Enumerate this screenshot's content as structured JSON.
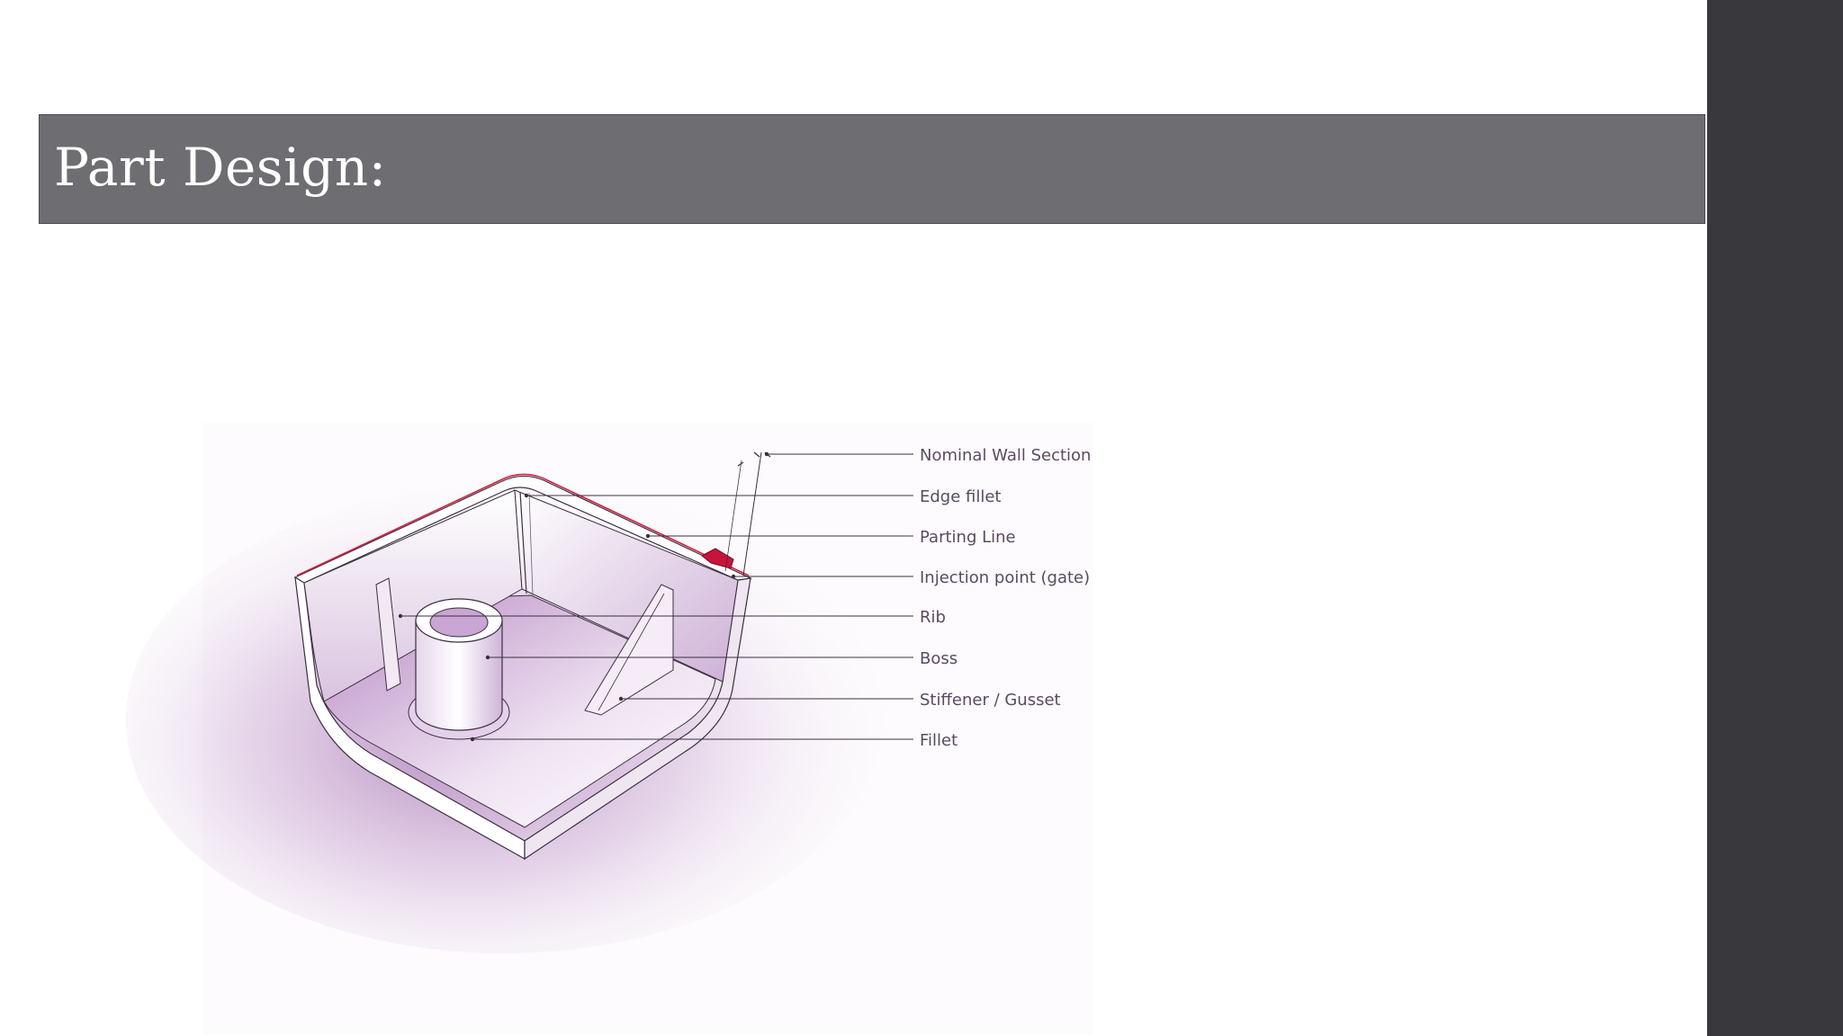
{
  "slide": {
    "title": "Part Design:"
  },
  "figure": {
    "callouts": [
      "Nominal Wall Section",
      "Edge fillet",
      "Parting Line",
      "Injection point (gate)",
      "Rib",
      "Boss",
      "Stiffener / Gusset",
      "Fillet"
    ]
  },
  "colors": {
    "title_band": "#6e6d72",
    "side_bar": "#39383c",
    "part_tint": "#8a3d9a",
    "parting_line": "#d81e3c",
    "gate": "#c8143a"
  }
}
